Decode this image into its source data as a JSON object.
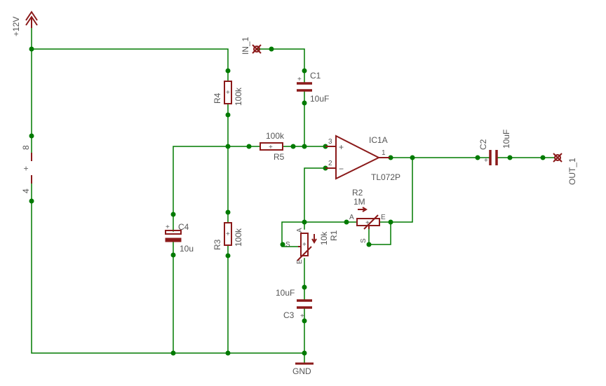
{
  "supply": {
    "vcc_label": "+12V",
    "gnd_label": "GND"
  },
  "ports": {
    "in": "IN_1",
    "out": "OUT_1"
  },
  "opamp": {
    "name": "IC1A",
    "value": "TL072P",
    "pin_plus": "3",
    "pin_minus": "2",
    "pin_out": "1",
    "plus_sign": "+",
    "minus_sign": "−"
  },
  "power_pins": {
    "top": "8",
    "sign": "+",
    "bottom": "4"
  },
  "components": {
    "r4": {
      "name": "R4",
      "value": "100k"
    },
    "r5": {
      "name": "R5",
      "value": "100k"
    },
    "r3": {
      "name": "R3",
      "value": "100k"
    },
    "r1": {
      "name": "R1",
      "value": "10k",
      "pin_a": "A",
      "pin_e": "E",
      "pin_s": "S"
    },
    "r2": {
      "name": "R2",
      "value": "1M",
      "pin_a": "A",
      "pin_e": "E",
      "pin_s": "S"
    },
    "c1": {
      "name": "C1",
      "value": "10uF"
    },
    "c2": {
      "name": "C2",
      "value": "10uF"
    },
    "c3": {
      "name": "C3",
      "value": "10uF"
    },
    "c4": {
      "name": "C4",
      "value": "10u"
    }
  },
  "colors": {
    "wire": "#007a00",
    "part": "#8b1a1a",
    "text": "#555555",
    "background": "#ffffff"
  }
}
